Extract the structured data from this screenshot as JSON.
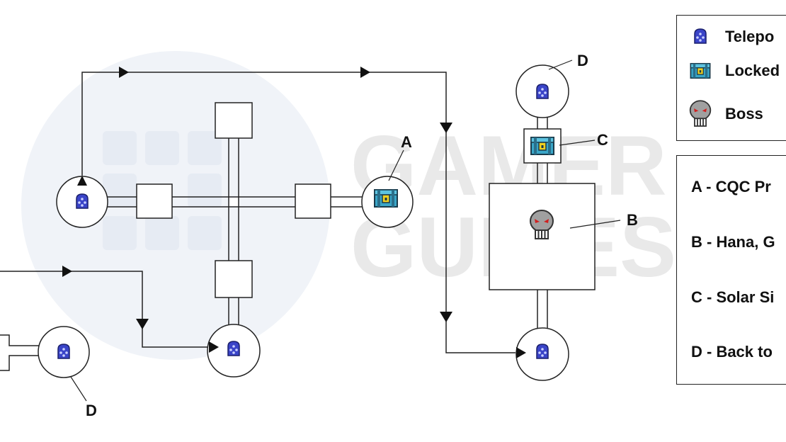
{
  "watermark": {
    "line1": "GAMER",
    "line2": "GUIDES"
  },
  "map_labels": {
    "a": "A",
    "b": "B",
    "c": "C",
    "d_top": "D",
    "d_bottom": "D"
  },
  "legend_icons": {
    "items": [
      {
        "icon": "teleporter-icon",
        "label": "Telepo"
      },
      {
        "icon": "locked-chest-icon",
        "label": "Locked"
      },
      {
        "icon": "boss-skull-icon",
        "label": "Boss"
      }
    ]
  },
  "legend_keys": {
    "items": [
      {
        "label": "A - CQC Pr"
      },
      {
        "label": "B - Hana, G"
      },
      {
        "label": "C - Solar Si"
      },
      {
        "label": "D - Back to"
      }
    ]
  },
  "colors": {
    "teleporter": "#3a44c8",
    "chest": "#3aa6c8",
    "chest_lock": "#f0d020",
    "skull": "#a0a0a0",
    "skull_eyes": "#d02020",
    "line": "#222222"
  }
}
